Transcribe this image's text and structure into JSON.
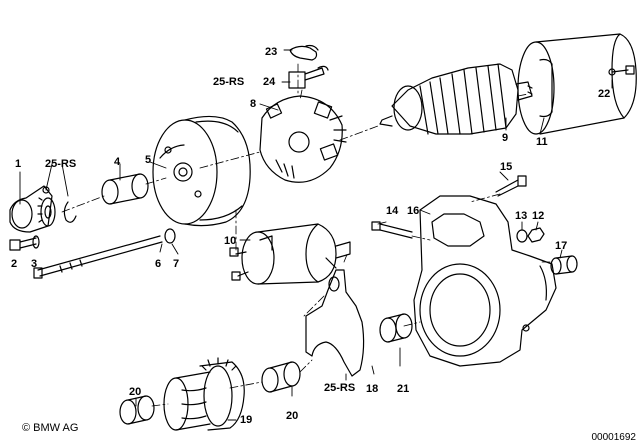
{
  "diagram": {
    "callouts": {
      "c1": "1",
      "c2": "2",
      "c3": "3",
      "c4": "4",
      "c5": "5",
      "c6": "6",
      "c7": "7",
      "c8": "8",
      "c9": "9",
      "c10": "10",
      "c11": "11",
      "c12": "12",
      "c13": "13",
      "c14": "14",
      "c15": "15",
      "c16": "16",
      "c17": "17",
      "c18": "18",
      "c19": "19",
      "c20a": "20",
      "c20b": "20",
      "c21": "21",
      "c22": "22",
      "c23": "23",
      "c24": "24",
      "c25a": "25-RS",
      "c25b": "25-RS",
      "c25c": "25-RS"
    },
    "copyright_symbol": "©",
    "copyright_text": "BMW AG",
    "document_number": "00001692"
  }
}
